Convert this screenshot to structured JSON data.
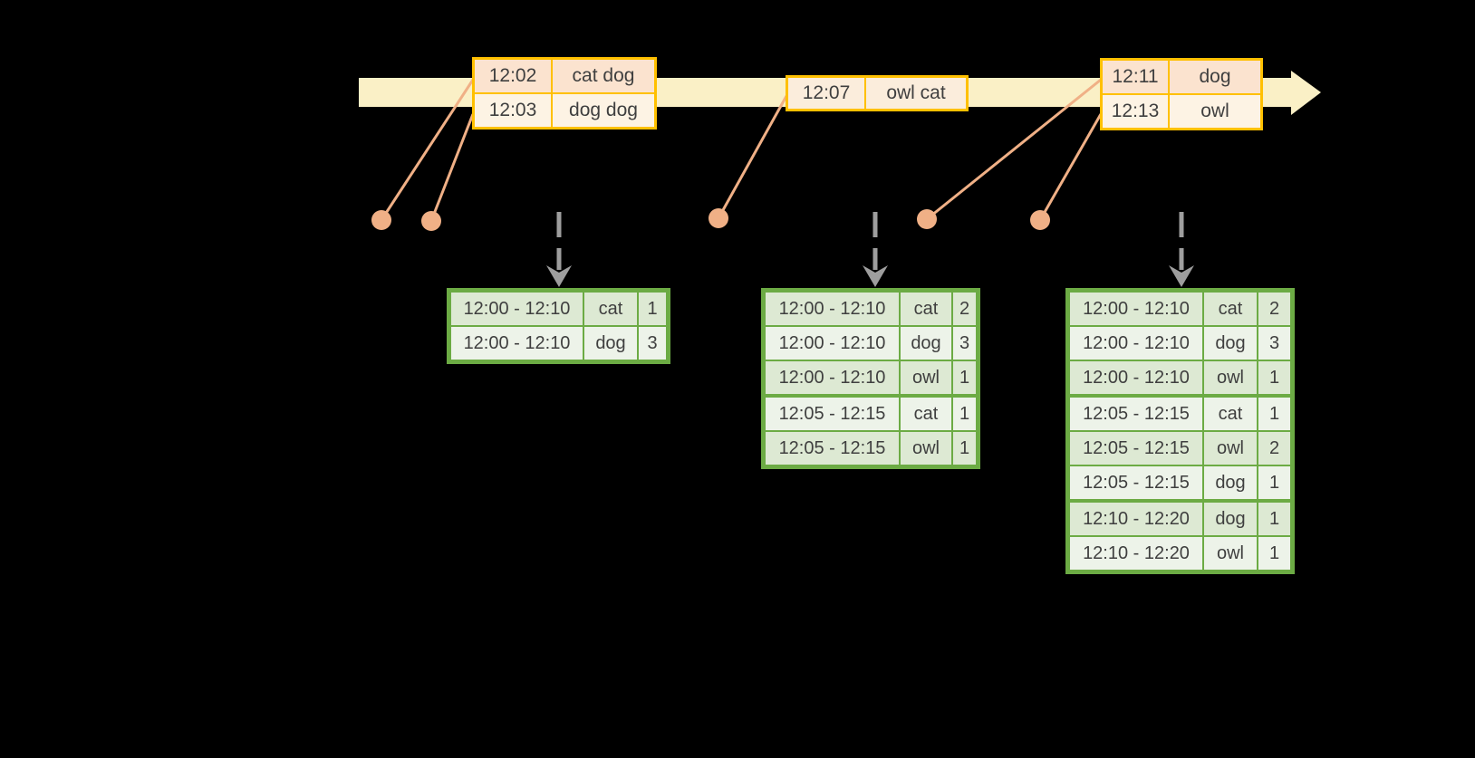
{
  "colors": {
    "background": "#000000",
    "timeline_fill": "#FAF0C6",
    "event_table_border": "#FFC000",
    "event_row_peach": "#FBE3CF",
    "event_row_cream": "#FDF3E4",
    "event_row_blend": "#FBEDDC",
    "connector_orange": "#F0B086",
    "trigger_arrow_gray": "#9E9E9E",
    "result_table_border": "#6CAB44",
    "result_row_dark": "#DDE9D3",
    "result_row_light": "#EDF3E9",
    "text": "#3F3F3F"
  },
  "event_tables": [
    {
      "rows": [
        {
          "time": "12:02",
          "words": "cat dog",
          "shade": "peach"
        },
        {
          "time": "12:03",
          "words": "dog dog",
          "shade": "cream"
        }
      ]
    },
    {
      "rows": [
        {
          "time": "12:07",
          "words": "owl cat",
          "shade": "blend"
        }
      ]
    },
    {
      "rows": [
        {
          "time": "12:11",
          "words": "dog",
          "shade": "peach"
        },
        {
          "time": "12:13",
          "words": "owl",
          "shade": "cream"
        }
      ]
    }
  ],
  "result_tables": [
    {
      "rows": [
        {
          "window": "12:00 - 12:10",
          "word": "cat",
          "count": "1",
          "shade": "dark",
          "group_start": false
        },
        {
          "window": "12:00 - 12:10",
          "word": "dog",
          "count": "3",
          "shade": "light",
          "group_start": false
        }
      ]
    },
    {
      "rows": [
        {
          "window": "12:00 - 12:10",
          "word": "cat",
          "count": "2",
          "shade": "dark",
          "group_start": false
        },
        {
          "window": "12:00 - 12:10",
          "word": "dog",
          "count": "3",
          "shade": "light",
          "group_start": false
        },
        {
          "window": "12:00 - 12:10",
          "word": "owl",
          "count": "1",
          "shade": "dark",
          "group_start": false
        },
        {
          "window": "12:05 - 12:15",
          "word": "cat",
          "count": "1",
          "shade": "light",
          "group_start": true
        },
        {
          "window": "12:05 - 12:15",
          "word": "owl",
          "count": "1",
          "shade": "dark",
          "group_start": false
        }
      ]
    },
    {
      "rows": [
        {
          "window": "12:00 - 12:10",
          "word": "cat",
          "count": "2",
          "shade": "dark",
          "group_start": false
        },
        {
          "window": "12:00 - 12:10",
          "word": "dog",
          "count": "3",
          "shade": "light",
          "group_start": false
        },
        {
          "window": "12:00 - 12:10",
          "word": "owl",
          "count": "1",
          "shade": "dark",
          "group_start": false
        },
        {
          "window": "12:05 - 12:15",
          "word": "cat",
          "count": "1",
          "shade": "light",
          "group_start": true
        },
        {
          "window": "12:05 - 12:15",
          "word": "owl",
          "count": "2",
          "shade": "dark",
          "group_start": false
        },
        {
          "window": "12:05 - 12:15",
          "word": "dog",
          "count": "1",
          "shade": "light",
          "group_start": false
        },
        {
          "window": "12:10 - 12:20",
          "word": "dog",
          "count": "1",
          "shade": "dark",
          "group_start": true
        },
        {
          "window": "12:10 - 12:20",
          "word": "owl",
          "count": "1",
          "shade": "light",
          "group_start": false
        }
      ]
    }
  ]
}
